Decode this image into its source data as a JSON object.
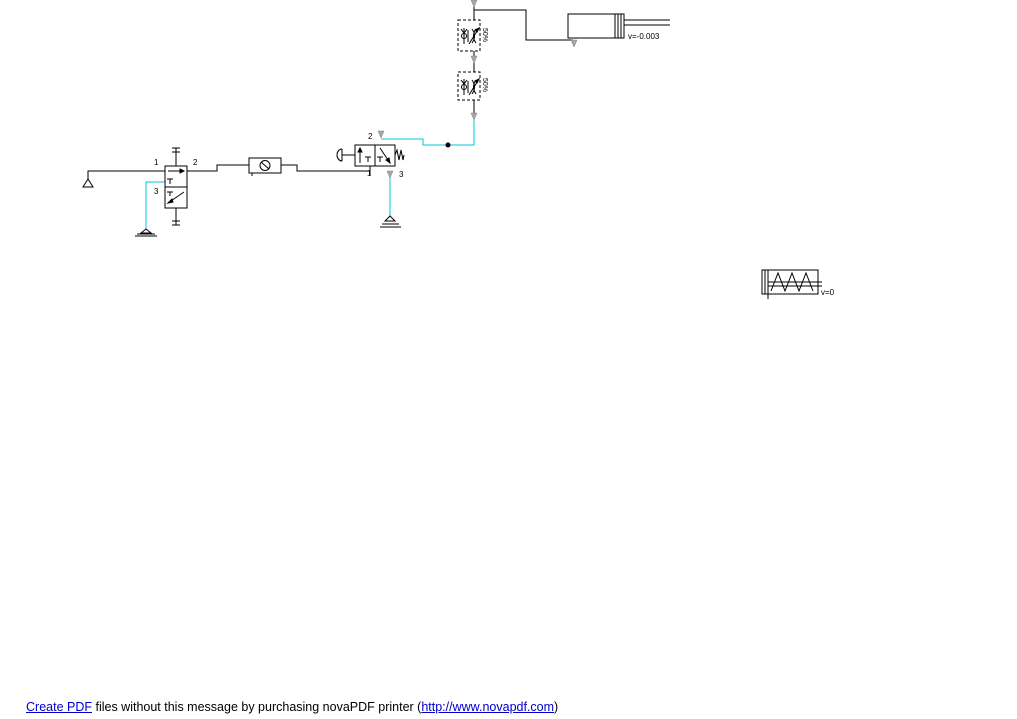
{
  "diagram": {
    "port_labels": {
      "shutoff_in": "1",
      "shutoff_out": "2",
      "shutoff_exhaust": "3",
      "valve_out": "2",
      "valve_exhaust": "3",
      "valve_in": "1"
    },
    "flow_valve_1_setting": "50%",
    "flow_valve_2_setting": "50%",
    "cylinder_1_velocity": "v=-0.003",
    "cylinder_2_velocity": "v=0",
    "colors": {
      "line": "#000000",
      "pneumatic_flow": "#00c8dc",
      "port_marker": "#a8a8a8"
    }
  },
  "footer": {
    "link1_text": "Create PDF",
    "middle_text": " files without this message by purchasing novaPDF printer (",
    "link2_text": "http://www.novapdf.com",
    "end_text": ")"
  }
}
